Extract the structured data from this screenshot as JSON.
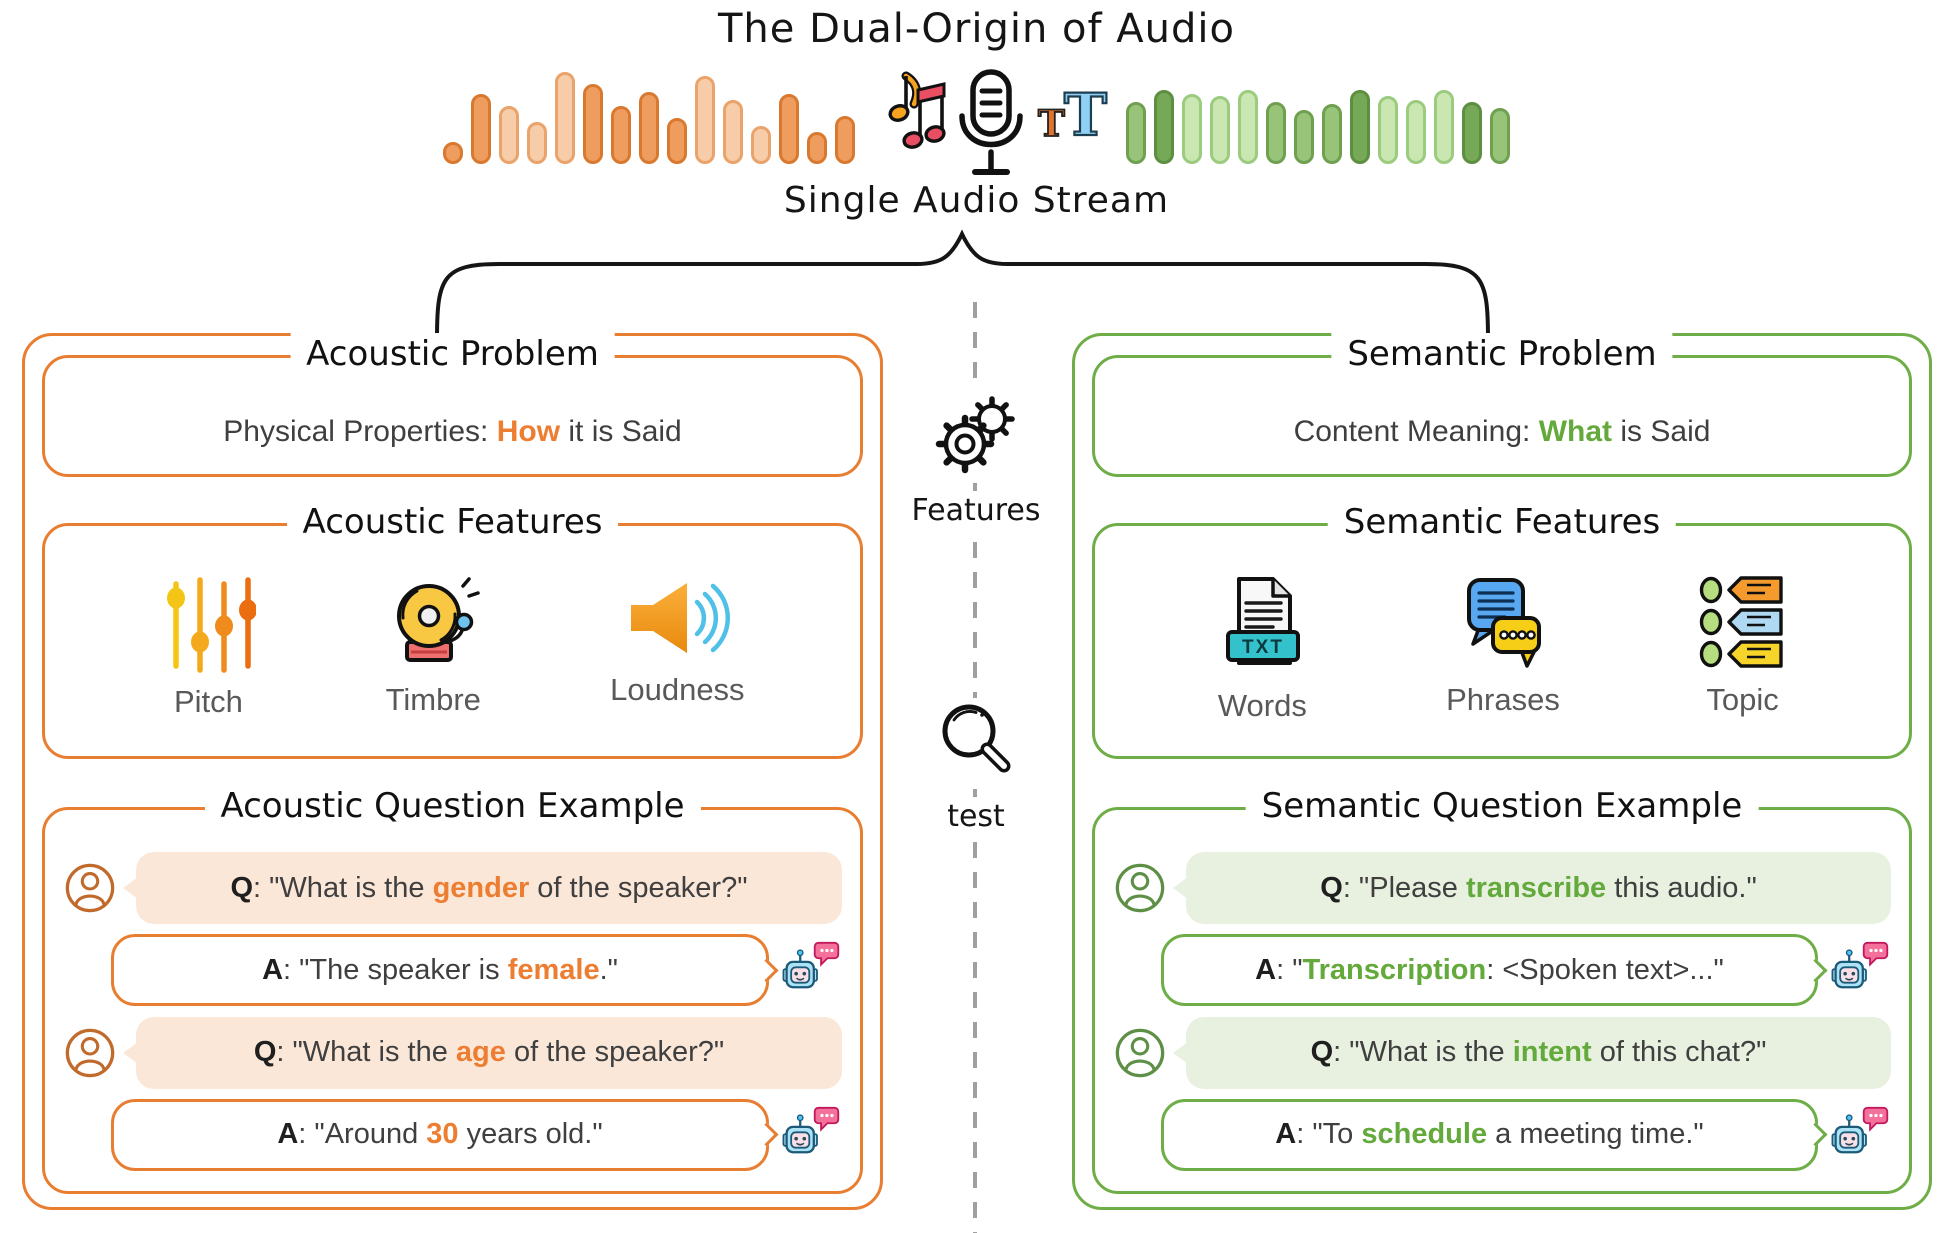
{
  "header": {
    "title": "The Dual-Origin of Audio",
    "stream_label": "Single Audio Stream",
    "waveform": {
      "orange_bars": [
        {
          "h": 22,
          "s": "od"
        },
        {
          "h": 70,
          "s": "od"
        },
        {
          "h": 58,
          "s": "ol"
        },
        {
          "h": 42,
          "s": "ol"
        },
        {
          "h": 92,
          "s": "ol"
        },
        {
          "h": 80,
          "s": "od"
        },
        {
          "h": 58,
          "s": "od"
        },
        {
          "h": 72,
          "s": "od"
        },
        {
          "h": 46,
          "s": "od"
        },
        {
          "h": 88,
          "s": "ol"
        },
        {
          "h": 64,
          "s": "ol"
        },
        {
          "h": 38,
          "s": "ol"
        },
        {
          "h": 70,
          "s": "od"
        },
        {
          "h": 32,
          "s": "od"
        },
        {
          "h": 48,
          "s": "od"
        }
      ],
      "green_bars": [
        {
          "h": 62,
          "s": "gm"
        },
        {
          "h": 74,
          "s": "gd"
        },
        {
          "h": 70,
          "s": "gl"
        },
        {
          "h": 68,
          "s": "gl"
        },
        {
          "h": 74,
          "s": "gl"
        },
        {
          "h": 62,
          "s": "gm"
        },
        {
          "h": 54,
          "s": "gm"
        },
        {
          "h": 60,
          "s": "gm"
        },
        {
          "h": 74,
          "s": "gd"
        },
        {
          "h": 68,
          "s": "gl"
        },
        {
          "h": 64,
          "s": "gl"
        },
        {
          "h": 74,
          "s": "gl"
        },
        {
          "h": 62,
          "s": "gd"
        },
        {
          "h": 56,
          "s": "gm"
        }
      ],
      "text_icon_small": "T",
      "text_icon_large": "T"
    }
  },
  "center": {
    "features_label": "Features",
    "test_label": "test"
  },
  "colors": {
    "orange_accent": "#E87E31",
    "green_accent": "#6FAE47",
    "highlight_orange": "#ED7D31",
    "highlight_green": "#64A93C",
    "dash_gray": "#A0A0A0"
  },
  "left_panel": {
    "problem": {
      "title": "Acoustic Problem",
      "pre": "Physical Properties: ",
      "highlight": "How",
      "post": " it is Said"
    },
    "features": {
      "title": "Acoustic Features",
      "items": [
        "Pitch",
        "Timbre",
        "Loudness"
      ]
    },
    "qa": {
      "title": "Acoustic Question Example",
      "messages": [
        {
          "role": "user",
          "label": "Q",
          "pre": ": \"What is the ",
          "highlight": "gender",
          "post": " of the speaker?\""
        },
        {
          "role": "assistant",
          "label": "A",
          "pre": ": \"The speaker is ",
          "highlight": "female",
          "post": ".\""
        },
        {
          "role": "user",
          "label": "Q",
          "pre": ": \"What is the ",
          "highlight": "age",
          "post": " of the speaker?\""
        },
        {
          "role": "assistant",
          "label": "A",
          "pre": ": \"Around ",
          "highlight": "30",
          "post": " years old.\""
        }
      ]
    }
  },
  "right_panel": {
    "problem": {
      "title": "Semantic Problem",
      "pre": "Content Meaning: ",
      "highlight": "What",
      "post": " is Said"
    },
    "features": {
      "title": "Semantic Features",
      "items": [
        "Words",
        "Phrases",
        "Topic"
      ],
      "txt_badge": "TXT"
    },
    "qa": {
      "title": "Semantic Question Example",
      "messages": [
        {
          "role": "user",
          "label": "Q",
          "pre": ": \"Please ",
          "highlight": "transcribe",
          "post": " this audio.\""
        },
        {
          "role": "assistant",
          "label": "A",
          "pre": ": \"",
          "highlight": "Transcription",
          "post": ": <Spoken text>...\""
        },
        {
          "role": "user",
          "label": "Q",
          "pre": ": \"What is the ",
          "highlight": "intent",
          "post": " of this chat?\""
        },
        {
          "role": "assistant",
          "label": "A",
          "pre": ": \"To ",
          "highlight": "schedule",
          "post": " a meeting time.\""
        }
      ]
    }
  }
}
